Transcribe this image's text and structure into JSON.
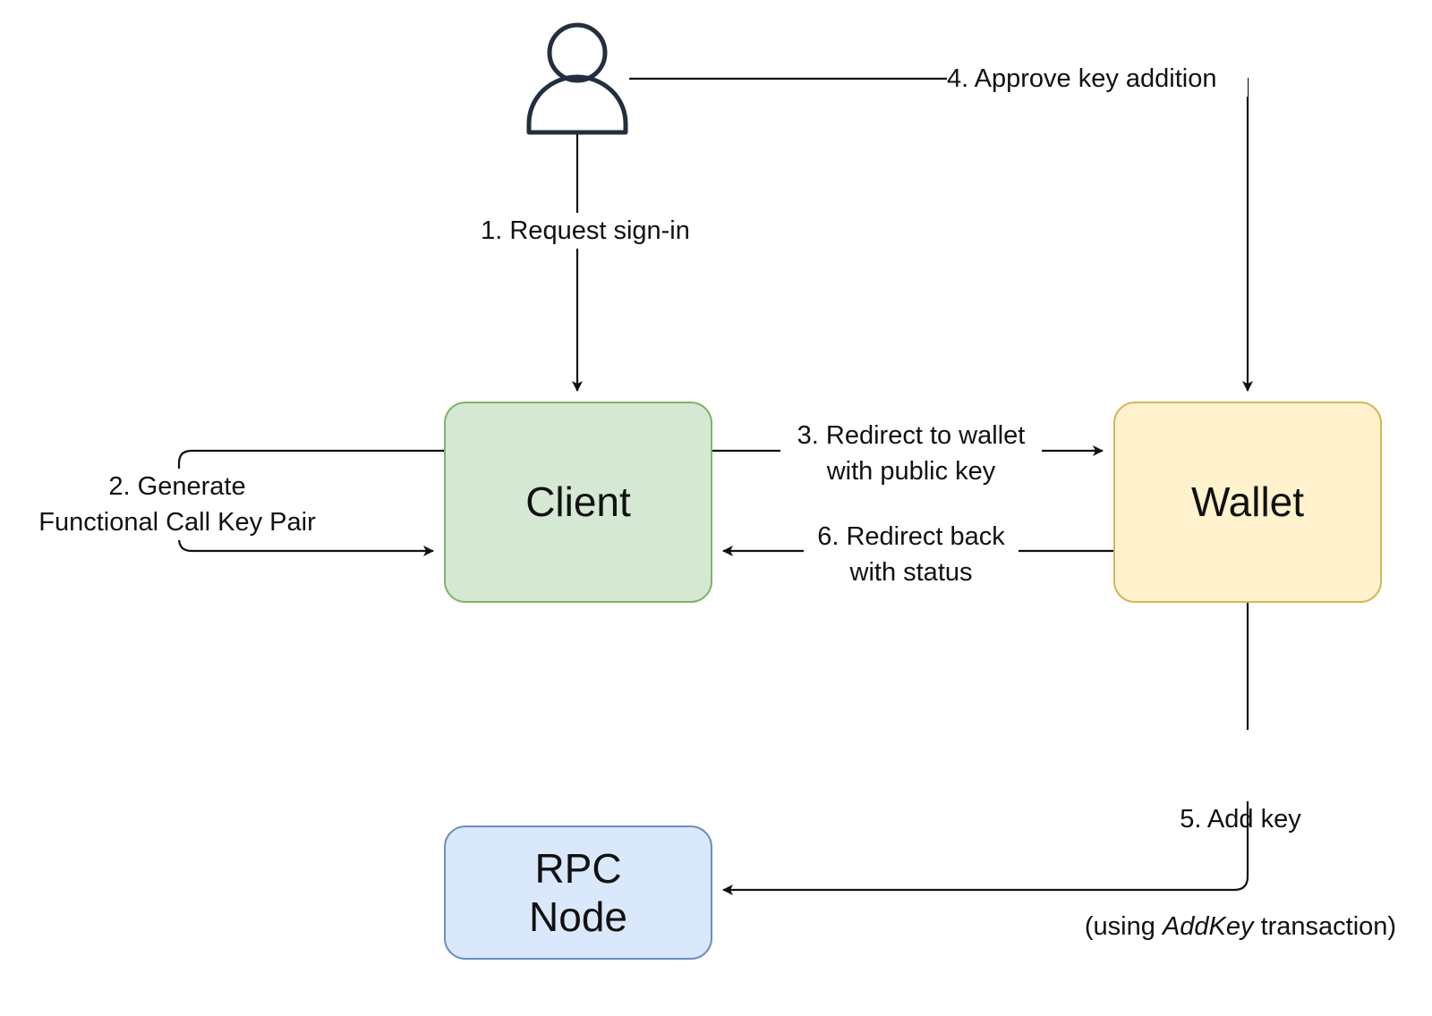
{
  "colors": {
    "line": "#111111",
    "user_icon": "#232f3e",
    "client_fill": "#d5e8d4",
    "client_border": "#82b366",
    "wallet_fill": "#fff2cc",
    "wallet_border": "#d6b656",
    "rpc_fill": "#dae8fc",
    "rpc_border": "#6c8ebf"
  },
  "nodes": {
    "user": {
      "icon": "user-icon"
    },
    "client": {
      "label": "Client"
    },
    "wallet": {
      "label": "Wallet"
    },
    "rpc": {
      "label": "RPC\nNode"
    }
  },
  "edges": {
    "request_signin": {
      "label": "1. Request sign-in"
    },
    "generate_keypair": {
      "label": "2. Generate\nFunctional Call Key Pair"
    },
    "redirect_to_wallet": {
      "label": "3. Redirect to wallet\nwith public key"
    },
    "approve_key": {
      "label": "4. Approve key addition"
    },
    "add_key": {
      "line1": "5. Add key",
      "line2_prefix": "(using ",
      "line2_emphasis": "AddKey",
      "line2_suffix": " transaction)"
    },
    "redirect_back": {
      "label": "6. Redirect back\nwith status"
    }
  }
}
